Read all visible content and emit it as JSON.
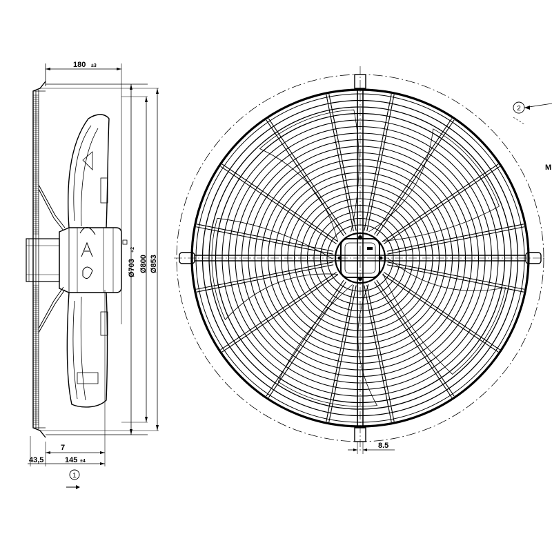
{
  "side_view": {
    "dim_depth": "180",
    "dim_depth_tol": "±3",
    "dim_ring": "Ø703",
    "dim_ring_tol": "+2",
    "dim_guard": "Ø800",
    "dim_outer": "Ø853",
    "dim_7": "7",
    "dim_43_5": "43,5",
    "dim_145": "145",
    "dim_145_tol": "±4",
    "callout_1": "1"
  },
  "front_view": {
    "dim_8_5": "8.5",
    "callout_2": "2",
    "edge_label": "M"
  },
  "colors": {
    "line": "#000000",
    "background": "#ffffff"
  }
}
